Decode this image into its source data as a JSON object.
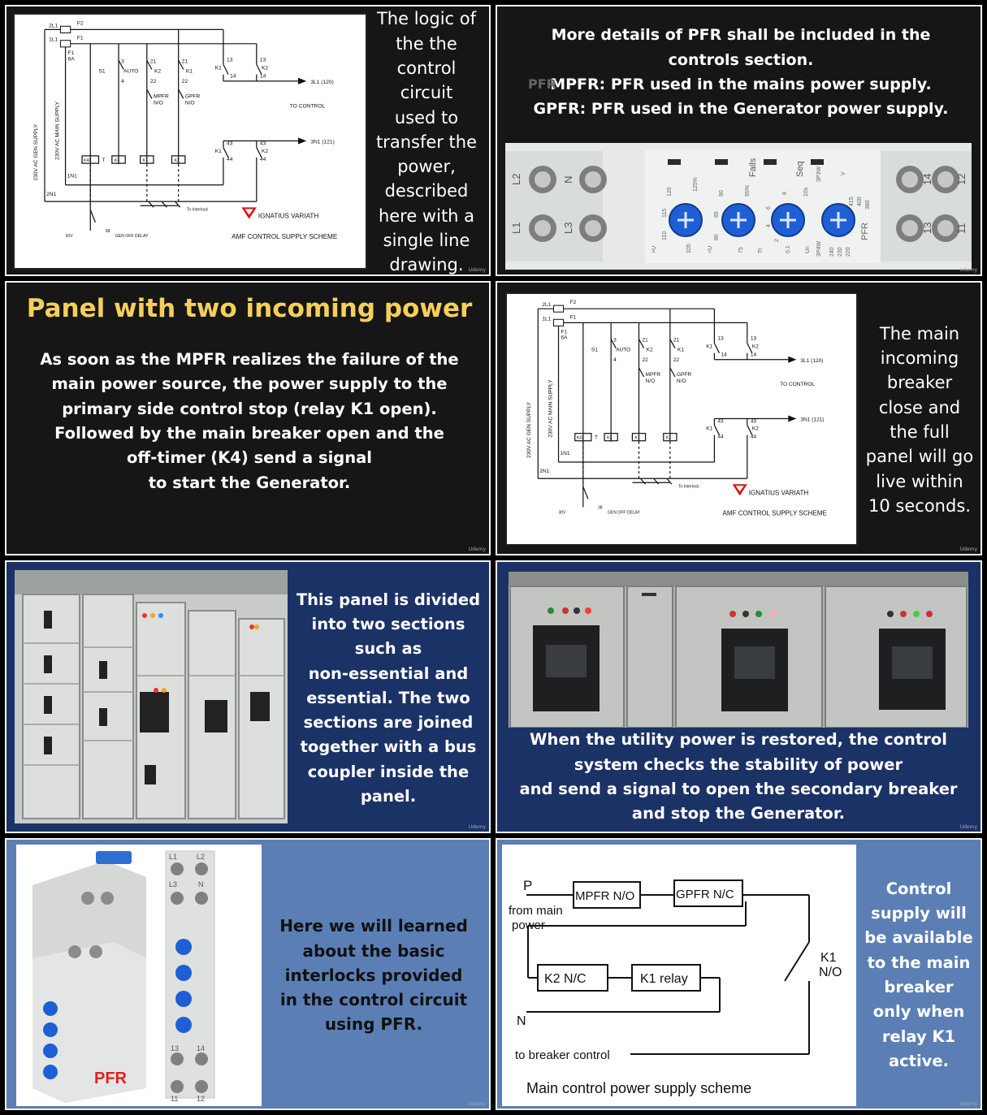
{
  "panel1": {
    "caption": "The logic of\nthe the\ncontrol circuit\nused to\ntransfer the\npower,\ndescribed\nhere with a\nsingle line\ndrawing."
  },
  "schematic": {
    "labels": {
      "f2": "F2",
      "l2": "2L1",
      "l1": "1L1",
      "f1": "F1",
      "f1b": "F1",
      "amp": "6A",
      "s1": "S1",
      "auto": "AUTO",
      "n3": "3",
      "n4": "4",
      "n21a": "21",
      "k2a": "K2",
      "n22a": "22",
      "n21b": "21",
      "k1a": "K1",
      "n22b": "22",
      "mpfr": "MPFR",
      "no1": "N/O",
      "gpfr": "GPFR",
      "no2": "N/O",
      "n13": "13",
      "k1b": "K1",
      "n14": "14",
      "n13b": "13",
      "k2b": "K2",
      "n14b": "14",
      "out1": "3L1 (120)",
      "tocontrol": "TO CONTROL",
      "n43": "43",
      "k1c": "K1",
      "n44": "44",
      "n43b": "43",
      "k2c": "K2",
      "n44b": "44",
      "out2": "3N1 (121)",
      "n1n": "1N1",
      "n2n": "2N1",
      "gen": "230V AC GEN SUPPLY",
      "main": "230V AC MAIN SUPPLY",
      "k4x": "K4X",
      "t": "T",
      "k3": "K3",
      "k1r": "K1",
      "k2r": "K2",
      "interlock": "To Interlock",
      "s30v": "30V",
      "gendelay": "GEN OFF DELAY",
      "n38": "38",
      "brand": "IGNATIUS VARIATH",
      "scheme": "AMF CONTROL SUPPLY SCHEME"
    }
  },
  "panel2": {
    "text": "More details of PFR shall be included in the\ncontrols section.\nMPFR: PFR used in the mains power supply.\nGPFR: PFR used in the Generator power supply.",
    "ghost": "PFR",
    "relay": {
      "terms_left": [
        "L2",
        "N",
        "L1",
        "L3"
      ],
      "terms_right": [
        "14",
        "12",
        "13",
        "11"
      ],
      "tops": [
        "Fails",
        "Seq"
      ],
      "marks": [
        "125%",
        "120",
        "115",
        "110",
        "105",
        ">U",
        "<U",
        "90",
        "85",
        "80",
        "75",
        "95%",
        "Tt",
        "8",
        "6",
        "4",
        "2",
        "0.1",
        "10s",
        "Un",
        "3P3W",
        "3P4W",
        "V",
        "415",
        "400",
        "380",
        "240",
        "230",
        "220",
        "PFR"
      ]
    }
  },
  "panel3": {
    "heading": "Panel with two incoming power",
    "text": "As soon as the MPFR realizes the failure of the\nmain power source, the power supply to the\nprimary side control stop (relay K1 open).\nFollowed by the main breaker open and the\noff-timer (K4) send a signal\nto start the Generator."
  },
  "panel4": {
    "caption": "The main\nincoming\nbreaker\nclose and\nthe full\npanel will go\nlive within\n10 seconds."
  },
  "panel5": {
    "caption": "This panel is divided\ninto two sections\nsuch as\nnon-essential and\nessential. The two\nsections are joined\ntogether with a bus\ncoupler inside the\npanel."
  },
  "panel6": {
    "caption": "When the utility power is restored, the control\nsystem checks the stability of power\nand send a signal to open the secondary breaker\nand stop the Generator."
  },
  "panel7": {
    "caption": "Here we will learned\nabout the basic\ninterlocks provided\nin the control circuit\nusing PFR.",
    "pfr_label": "PFR",
    "term_labels": [
      "L1",
      "L2",
      "L3",
      "N",
      "13",
      "14",
      "11",
      "12"
    ]
  },
  "panel8": {
    "caption": "Control\nsupply will\nbe available\nto the main\nbreaker\nonly when\nrelay K1\nactive.",
    "diagram": {
      "p": "P",
      "from_main": "from main",
      "power": "power",
      "mpfr": "MPFR N/O",
      "gpfr": "GPFR N/C",
      "k2": "K2 N/C",
      "k1relay": "K1 relay",
      "k1": "K1",
      "no": "N/O",
      "n": "N",
      "to_breaker": "to breaker control",
      "title": "Main control power supply scheme"
    }
  },
  "watermark": "Udemy",
  "colors": {
    "dark_bg": "#161616",
    "navy_bg": "#1b3266",
    "steel_bg": "#5b7fb5",
    "heading_yellow": "#f5cf5a",
    "knob_blue": "#1f5fd6",
    "pfr_red": "#e02020"
  }
}
